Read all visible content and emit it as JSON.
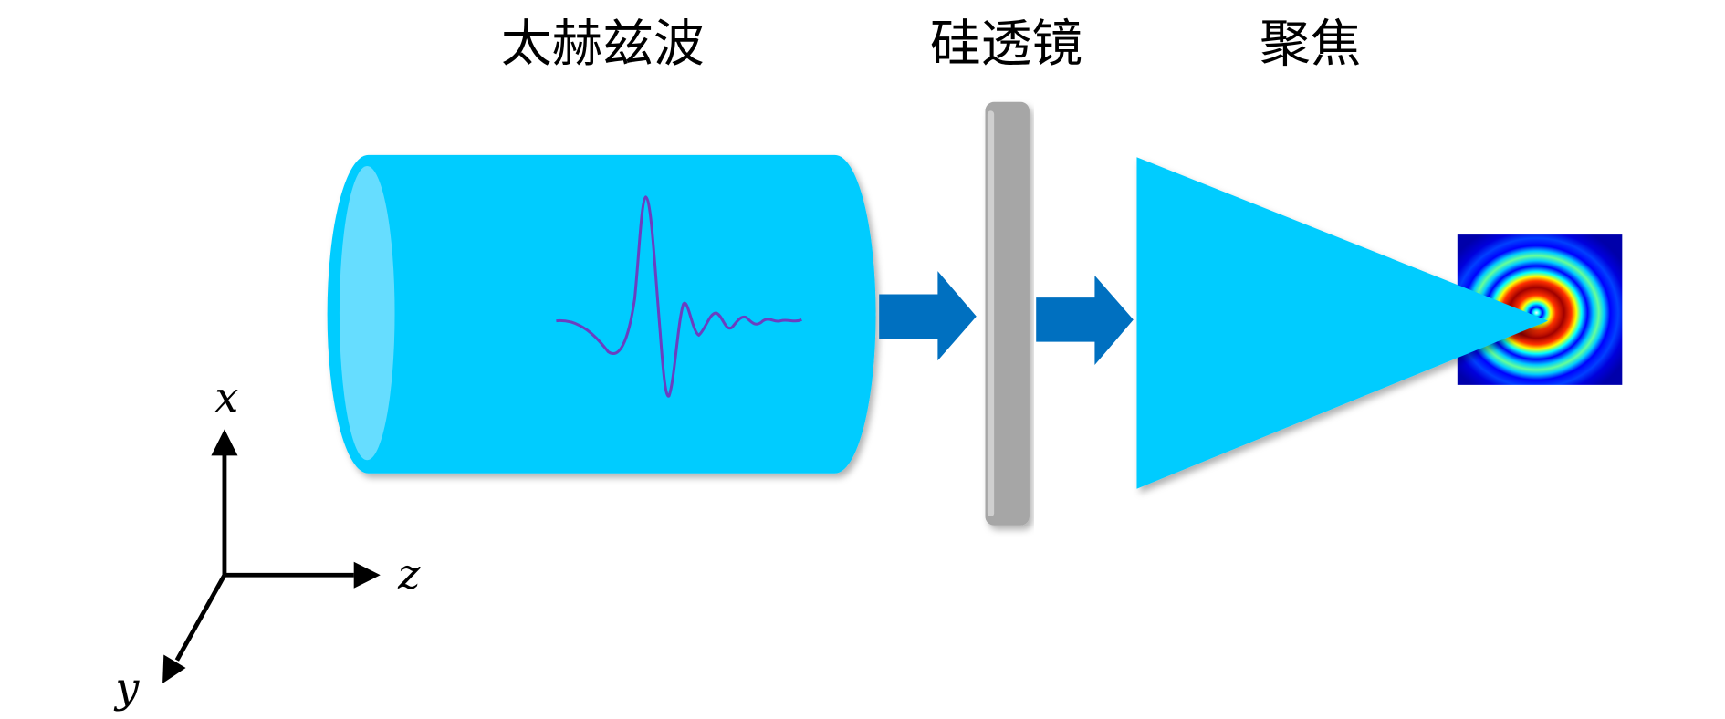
{
  "titles": {
    "terahertz_wave": "太赫兹波",
    "silicon_lens": "硅透镜",
    "focusing": "聚焦"
  },
  "axes": {
    "x": "x",
    "y": "y",
    "z": "z"
  },
  "colors": {
    "beam": "#00ccff",
    "beam_face": "#66ddff",
    "arrow": "#0070c0",
    "lens": "#a6a6a6",
    "waveform": "#6a3fc0"
  }
}
